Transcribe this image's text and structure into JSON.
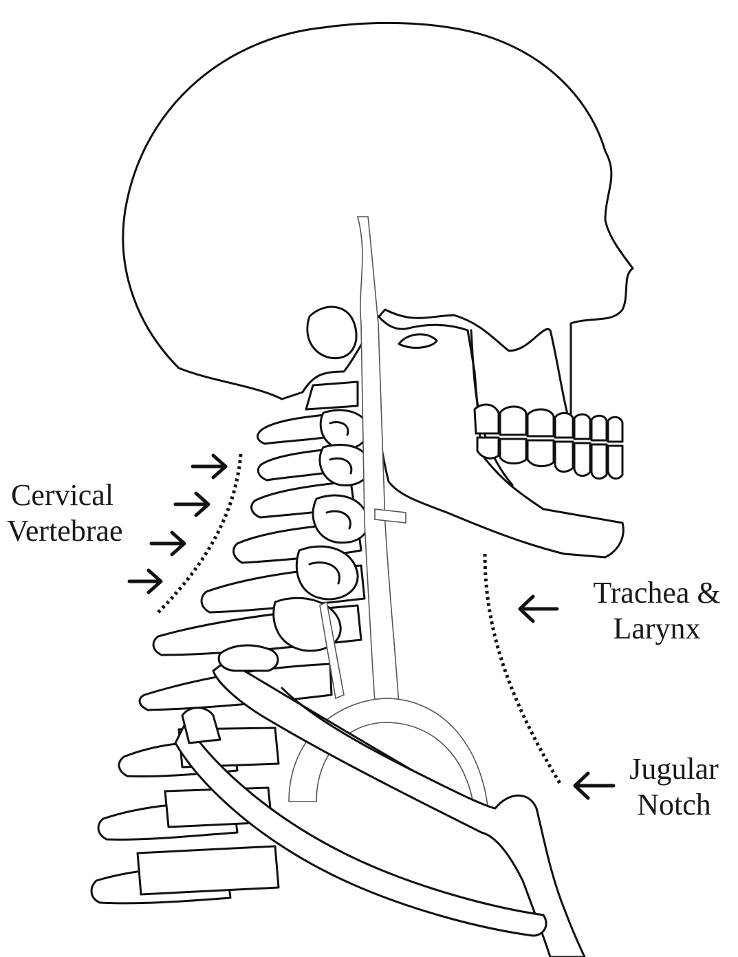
{
  "labels": {
    "cervical_vertebrae": [
      "Cervical",
      "Vertebrae"
    ],
    "trachea_larynx": [
      "Trachea &",
      "Larynx"
    ],
    "jugular_notch": [
      "Jugular",
      "Notch"
    ]
  },
  "colors": {
    "line": "#111111",
    "background": "#ffffff"
  }
}
